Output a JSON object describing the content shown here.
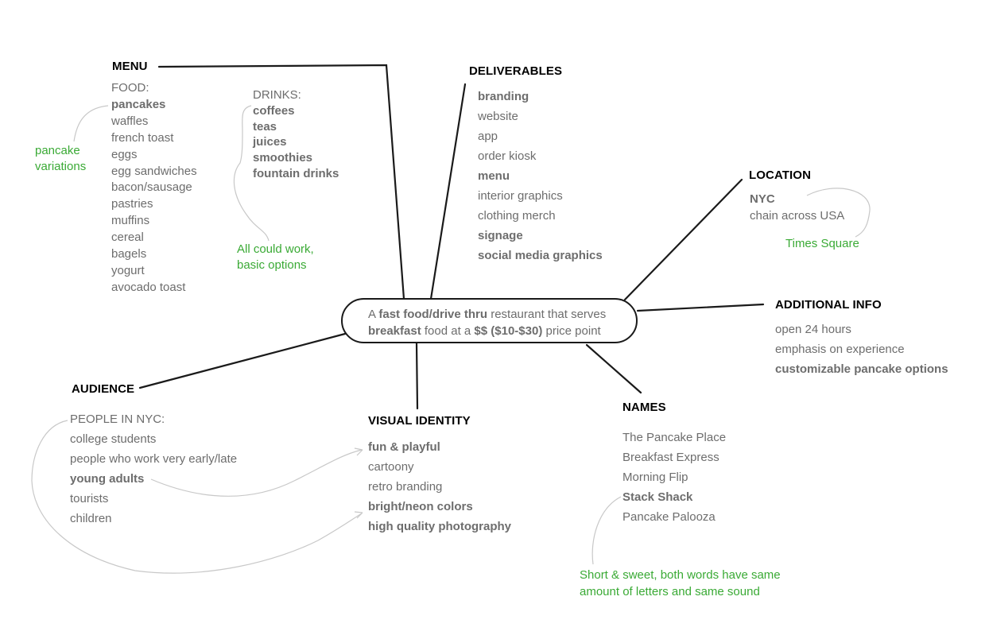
{
  "center": {
    "line1_a": "A ",
    "line1_b": "fast food/drive thru",
    "line1_c": " restaurant that serves",
    "line2_a": "breakfast",
    "line2_b": " food at a ",
    "line2_c": "$$ ($10-$30)",
    "line2_d": " price point"
  },
  "menu": {
    "heading": "MENU",
    "food_label": "FOOD:",
    "food_items": [
      "pancakes",
      "waffles",
      "french toast",
      "eggs",
      "egg sandwiches",
      "bacon/sausage",
      "pastries",
      "muffins",
      "cereal",
      "bagels",
      "yogurt",
      "avocado toast"
    ],
    "drinks_label": "DRINKS:",
    "drink_items": [
      "coffees",
      "teas",
      "juices",
      "smoothies",
      "fountain drinks"
    ],
    "note_pancake_1": "pancake",
    "note_pancake_2": "variations",
    "note_drinks_1": "All could work,",
    "note_drinks_2": "basic options"
  },
  "deliverables": {
    "heading": "DELIVERABLES",
    "items": [
      "branding",
      "website",
      "app",
      "order kiosk",
      "menu",
      "interior graphics",
      "clothing merch",
      "signage",
      "social media graphics"
    ]
  },
  "location": {
    "heading": "LOCATION",
    "items": [
      "NYC",
      "chain across USA"
    ],
    "note": "Times Square"
  },
  "additional": {
    "heading": "ADDITIONAL INFO",
    "items": [
      "open 24 hours",
      "emphasis on experience",
      "customizable pancake options"
    ]
  },
  "audience": {
    "heading": "AUDIENCE",
    "items": [
      "PEOPLE IN NYC:",
      "college students",
      "people who work very early/late",
      "young adults",
      "tourists",
      "children"
    ]
  },
  "visual": {
    "heading": "VISUAL IDENTITY",
    "items": [
      "fun & playful",
      "cartoony",
      "retro branding",
      "bright/neon colors",
      "high quality photography"
    ]
  },
  "names": {
    "heading": "NAMES",
    "items": [
      "The Pancake Place",
      "Breakfast Express",
      "Morning Flip",
      "Stack Shack",
      "Pancake Palooza"
    ],
    "note_1": "Short & sweet, both words have same",
    "note_2": "amount of letters and same sound"
  },
  "colors": {
    "annotation": "#3aaa35",
    "text": "#6d6d6d",
    "heading": "#000000",
    "connector": "#1a1a1a",
    "annotation_curve": "#c8c8c8"
  }
}
